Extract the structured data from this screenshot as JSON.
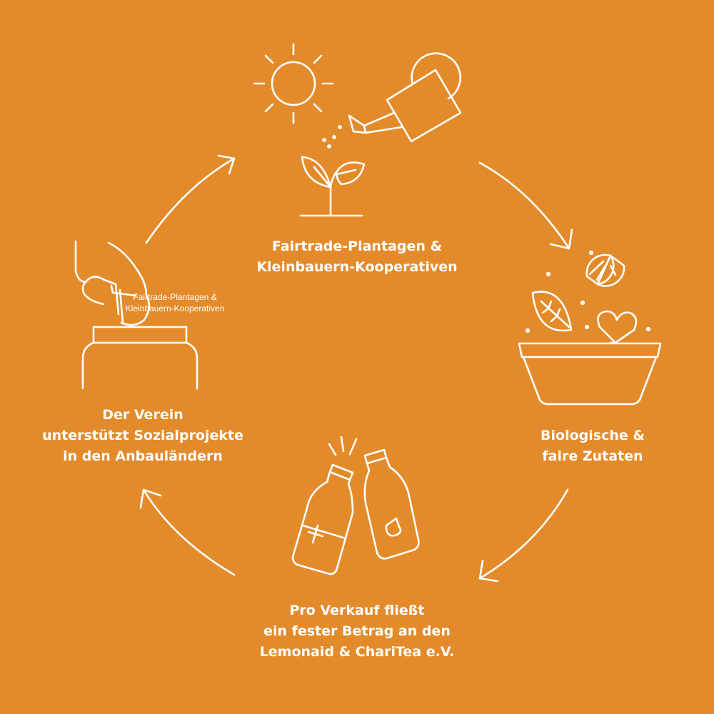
{
  "colors": {
    "background": "#e38b2b",
    "foreground": "#ffffff"
  },
  "steps": [
    {
      "id": "plantation",
      "lines": [
        "Fairtrade-Plantagen &",
        "Kleinbauern-Kooperativen"
      ],
      "icons": [
        "sun-icon",
        "watering-can-icon",
        "sprout-icon"
      ]
    },
    {
      "id": "ingredients",
      "lines": [
        "Biologische &",
        "faire Zutaten"
      ],
      "icons": [
        "lemon-slice-icon",
        "leaf-icon",
        "heart-icon",
        "bowl-icon"
      ]
    },
    {
      "id": "sale",
      "lines": [
        "Pro Verkauf fließt",
        "ein fester Betrag an den",
        "Lemonaid & ChariTea e.V."
      ],
      "icons": [
        "bottles-toast-icon"
      ]
    },
    {
      "id": "association",
      "lines": [
        "Der Verein",
        "unterstützt Sozialprojekte",
        "in den Anbauländern"
      ],
      "icons": [
        "hand-donation-jar-icon"
      ]
    }
  ],
  "overlay_label": {
    "lines": [
      "Fairtrade-Plantagen &",
      "Kleinbauern-Kooperativen"
    ]
  }
}
